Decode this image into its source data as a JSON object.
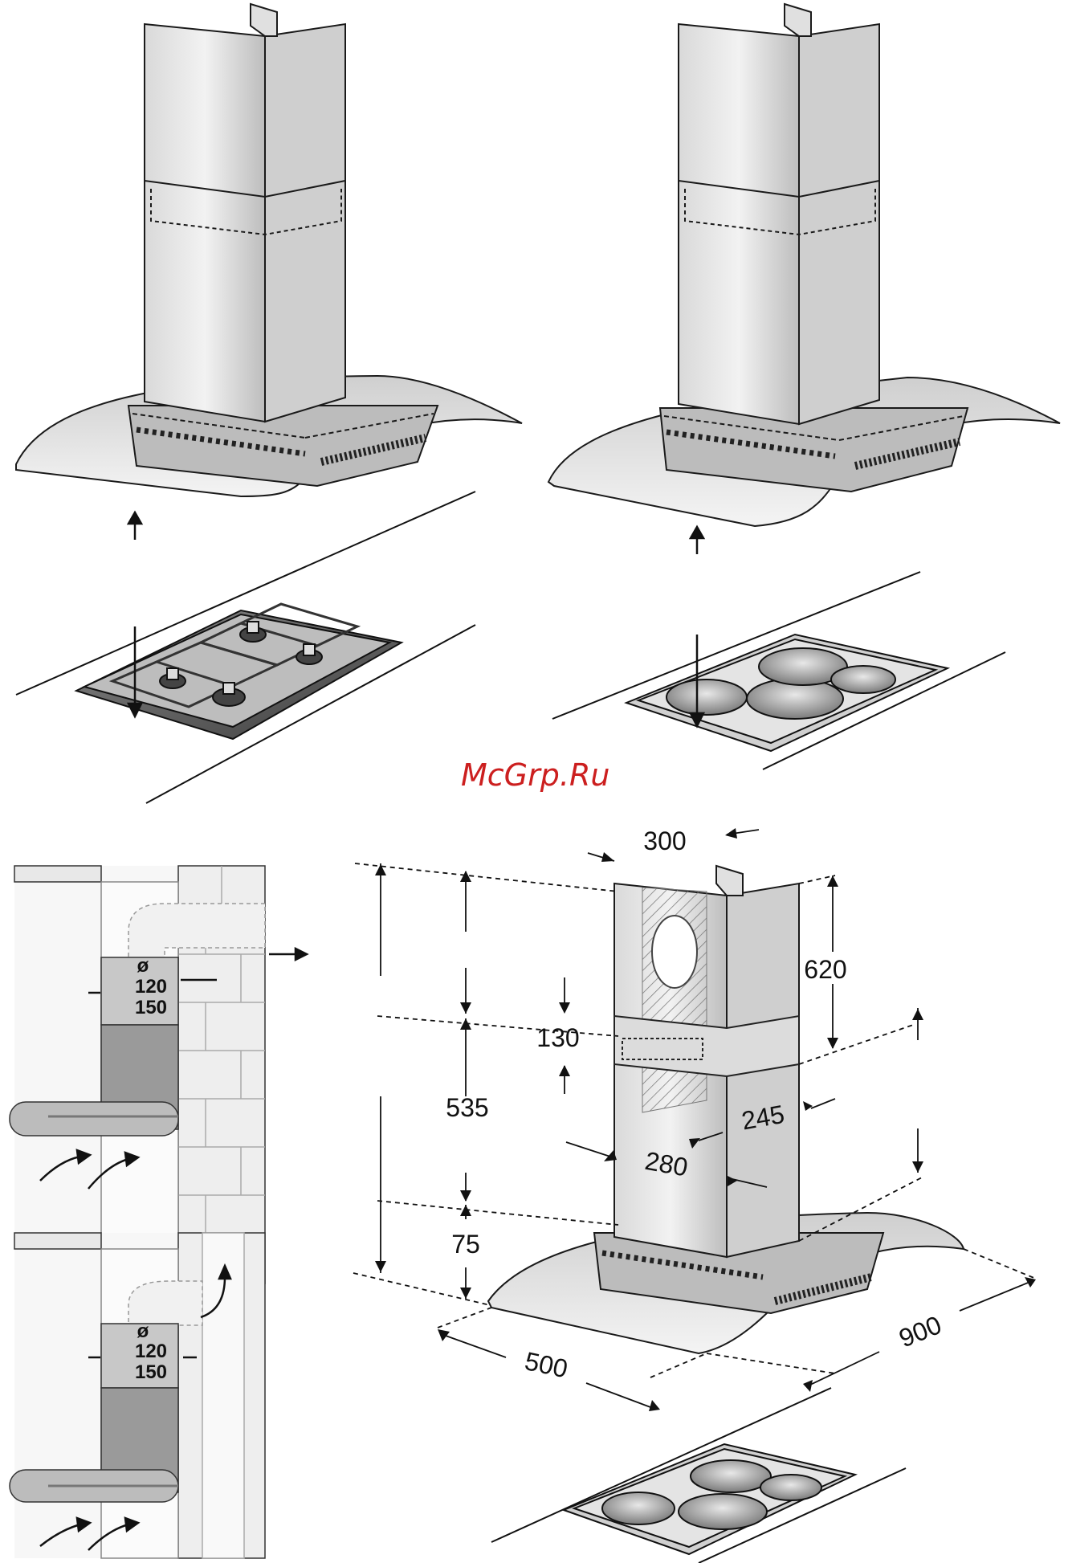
{
  "watermark": {
    "text": "McGrp.Ru",
    "color": "#cc1f1f"
  },
  "duct": {
    "diameter_symbol": "ø",
    "diameter_1": "120",
    "diameter_2": "150"
  },
  "dimensions": {
    "d300": "300",
    "d620": "620",
    "d130": "130",
    "d535": "535",
    "d245": "245",
    "d280": "280",
    "d75": "75",
    "d500": "500",
    "d900": "900"
  },
  "colors": {
    "line": "#1a1a1a",
    "steel_light": "#e6e6e6",
    "steel_mid": "#c9c9c9",
    "steel_dark": "#9e9e9e",
    "wall": "#eeeeee",
    "hob_dark": "#555555"
  }
}
